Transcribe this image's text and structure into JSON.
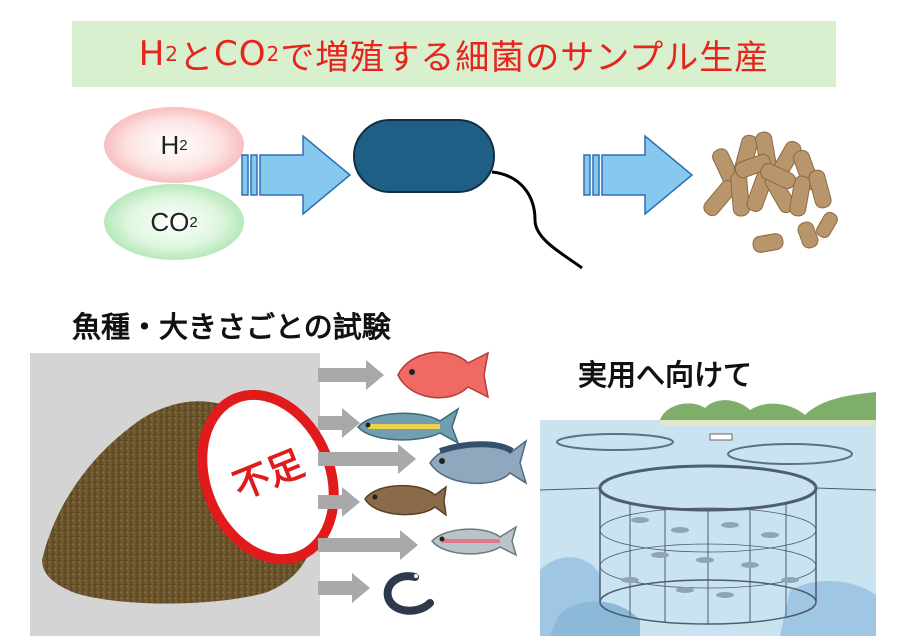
{
  "title": {
    "prefix_h": "H",
    "sub_h": "2",
    "mid": "と",
    "co": "CO",
    "sub_co": "2",
    "rest": "で増殖する細菌のサンプル生産"
  },
  "inputs": {
    "h2": {
      "base": "H",
      "sub": "2"
    },
    "co2": {
      "base": "CO",
      "sub": "2"
    }
  },
  "headings": {
    "fish_test": "魚種・大きさごとの試験",
    "practical": "実用へ向けて"
  },
  "badge": {
    "text": "不足"
  },
  "icons": {
    "bacterium": "bacterium-icon",
    "pellets": "pellets-icon",
    "arrow": "block-arrow-icon",
    "fish": [
      "red-sea-bream-icon",
      "yellowtail-icon",
      "tuna-icon",
      "flounder-icon",
      "trout-icon",
      "eel-icon"
    ],
    "net_pen": "fish-farm-net-pen-icon"
  },
  "colors": {
    "title_bg": "#d8f0cd",
    "title_text": "#e8231d",
    "arrow_fill": "#87c9ee",
    "arrow_stroke": "#2e6fb5",
    "bacterium": "#1f5f86",
    "pellet": "#b8956a",
    "badge_red": "#e11b1b",
    "sea": "#c9e3f0"
  }
}
